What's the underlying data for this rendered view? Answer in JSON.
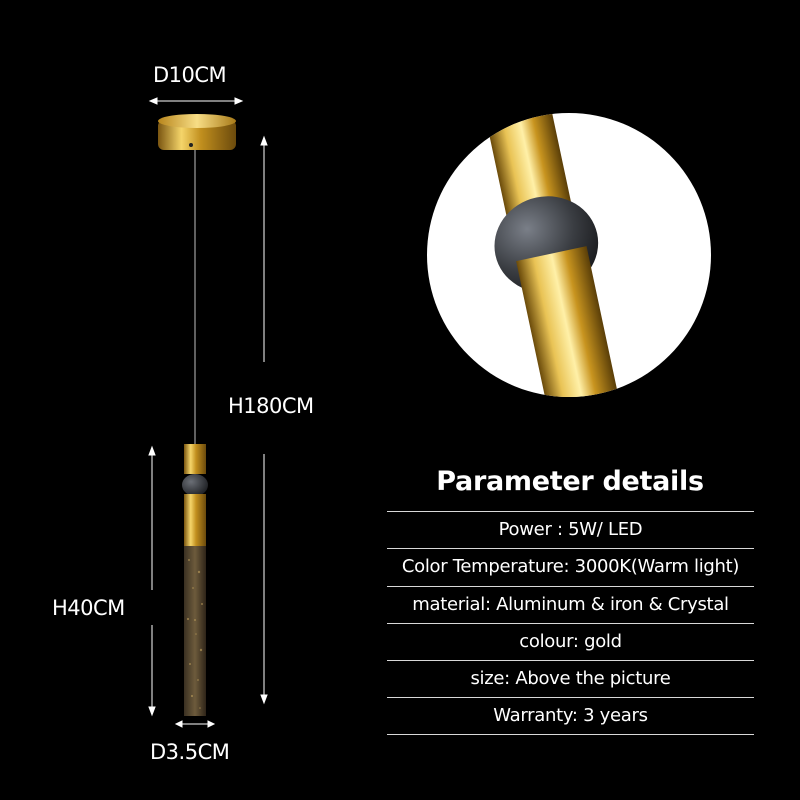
{
  "dimensions": {
    "canopy_diameter": "D10CM",
    "total_height": "H180CM",
    "body_height": "H40CM",
    "body_diameter": "D3.5CM"
  },
  "parameters": {
    "title": "Parameter details",
    "rows": [
      "Power : 5W/ LED",
      "Color Temperature: 3000K(Warm light)",
      "material: Aluminum & iron &  Crystal",
      "colour:  gold",
      "size: Above the picture",
      "Warranty: 3 years"
    ]
  },
  "colors": {
    "background": "#000000",
    "gold": "#d4a62a",
    "accent_dark": "#3a3d42"
  }
}
